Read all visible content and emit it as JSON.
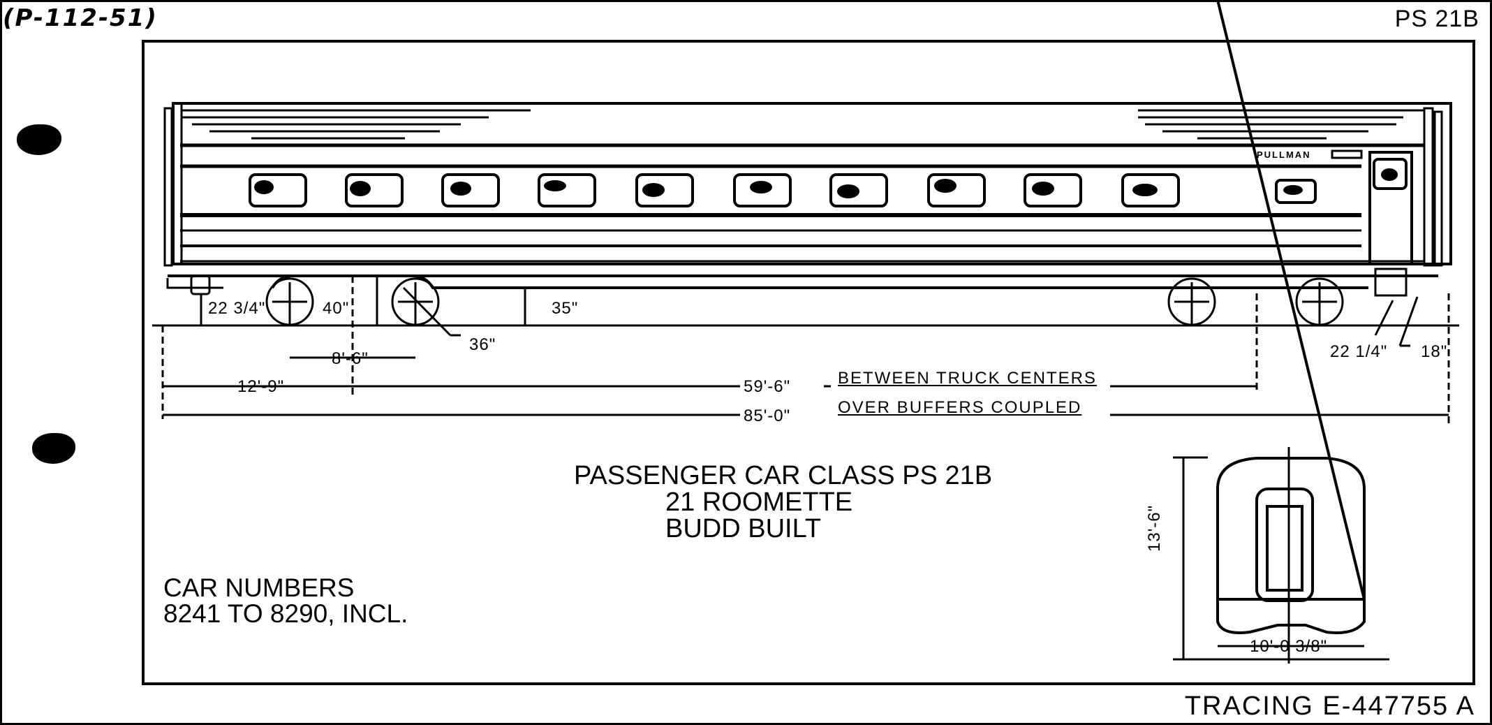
{
  "sheet": {
    "handwritten_ref": "(P-112-51)",
    "class_code": "PS 21B",
    "tracing_number": "TRACING E-447755 A"
  },
  "title_block": {
    "line1": "PASSENGER CAR CLASS PS 21B",
    "line2": "21 ROOMETTE",
    "line3": "BUDD BUILT"
  },
  "car_numbers": {
    "line1": "CAR NUMBERS",
    "line2": "8241 TO 8290, INCL."
  },
  "car_side": {
    "builder_lettering": "PULLMAN",
    "window_count": 10
  },
  "dimensions": {
    "coupler_height": "22 3/4\"",
    "wheelbase_height": "40\"",
    "sill_height": "35\"",
    "wheel_diameter": "36\"",
    "truck_wheelbase": "8'-6\"",
    "end_to_truck_center": "12'-9\"",
    "truck_centers": "59'-6\"",
    "truck_centers_note": "BETWEEN TRUCK CENTERS",
    "overall_length": "85'-0\"",
    "overall_length_note": "OVER BUFFERS  COUPLED",
    "right_coupler_height": "22 1/4\"",
    "right_step_height": "18\"",
    "end_height": "13'-6\"",
    "end_width": "10'-0 3/8\""
  }
}
